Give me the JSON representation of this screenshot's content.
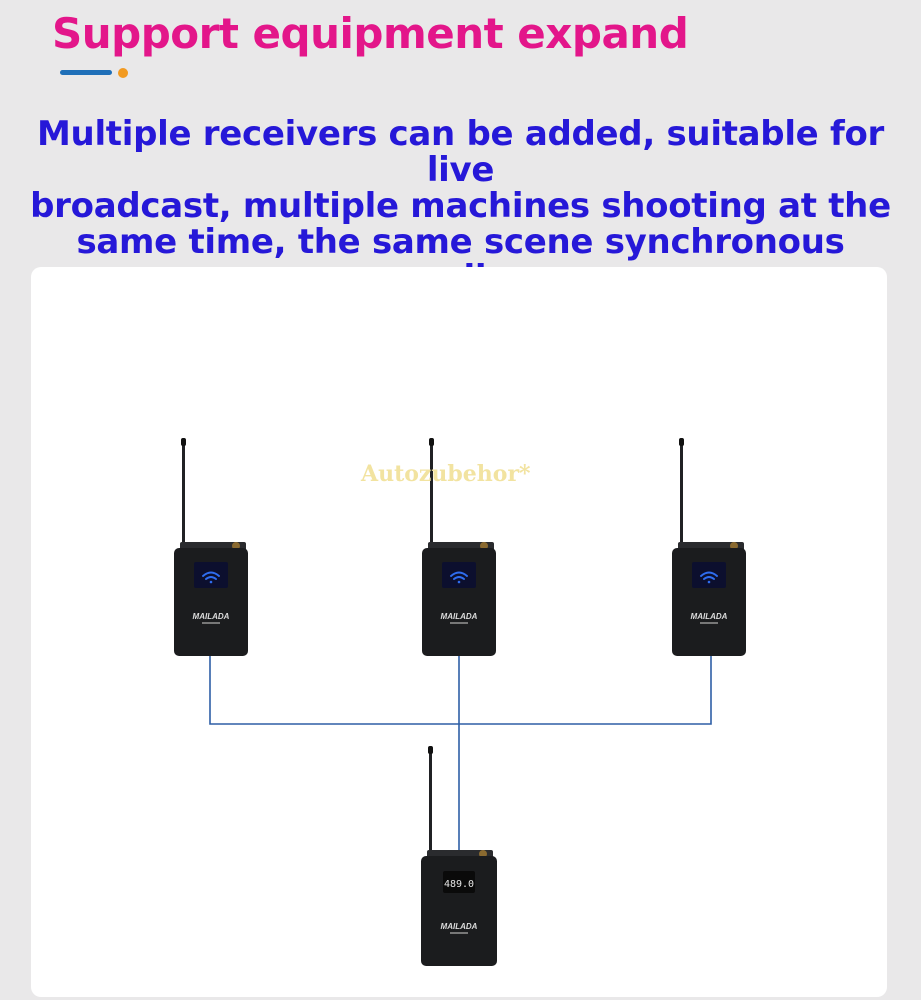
{
  "header": {
    "title": "Support equipment expand",
    "subtitle_lines": [
      "Multiple receivers can be added, suitable for live",
      "broadcast, multiple machines shooting at the",
      "same time, the same scene synchronous radio"
    ]
  },
  "diagram": {
    "watermark": "Autozubehor*",
    "brand": "MAILADA",
    "transmitter_display": "489.0",
    "colors": {
      "title": "#e3168a",
      "subtitle": "#2618d8",
      "connector_line": "#2e5fa6",
      "device_body": "#1b1c1e",
      "screen": "#0c0f2e",
      "wifi_icon": "#2f6df0"
    },
    "receivers": [
      {
        "role": "receiver",
        "icon": "wifi-icon"
      },
      {
        "role": "receiver",
        "icon": "wifi-icon"
      },
      {
        "role": "receiver",
        "icon": "wifi-icon"
      }
    ],
    "transmitter": {
      "role": "transmitter"
    }
  }
}
